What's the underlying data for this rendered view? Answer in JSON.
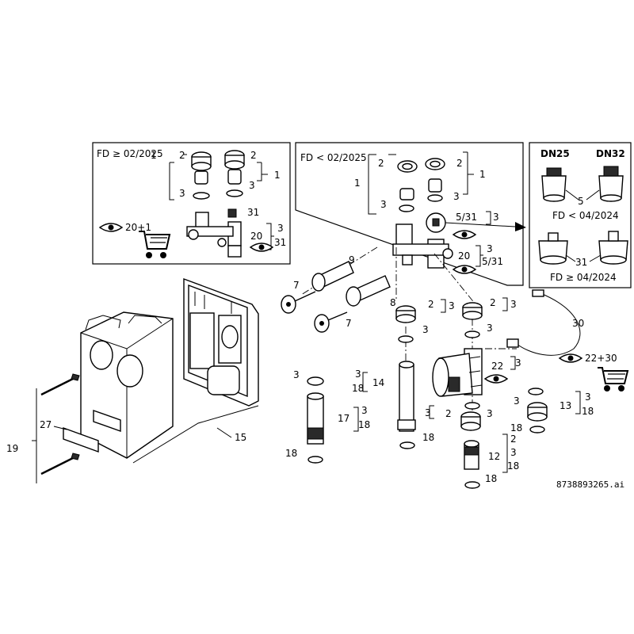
{
  "insets": {
    "left_title": "FD ≥ 02/2025",
    "middle_title": "FD < 02/2025",
    "right": {
      "dn25": "DN25",
      "dn32": "DN32",
      "fd_before": "FD < 04/2024",
      "fd_after": "FD ≥ 04/2024"
    }
  },
  "labels": {
    "n1": "1",
    "n2": "2",
    "n3": "3",
    "n5": "5",
    "n7": "7",
    "n8": "8",
    "n9": "9",
    "n12": "12",
    "n13": "13",
    "n14": "14",
    "n15": "15",
    "n17": "17",
    "n18": "18",
    "n19": "19",
    "n20": "20",
    "n22": "22",
    "n27": "27",
    "n30": "30",
    "n31": "31",
    "n5_31": "5/31",
    "cart_left": "20+1",
    "cart_right": "22+30"
  },
  "drawing_id": "8738893265.ai",
  "colors": {
    "line": "#000000",
    "fill": "#ffffff"
  },
  "icons": [
    "eye-icon",
    "shopping-cart-icon",
    "arrow-right-icon"
  ]
}
